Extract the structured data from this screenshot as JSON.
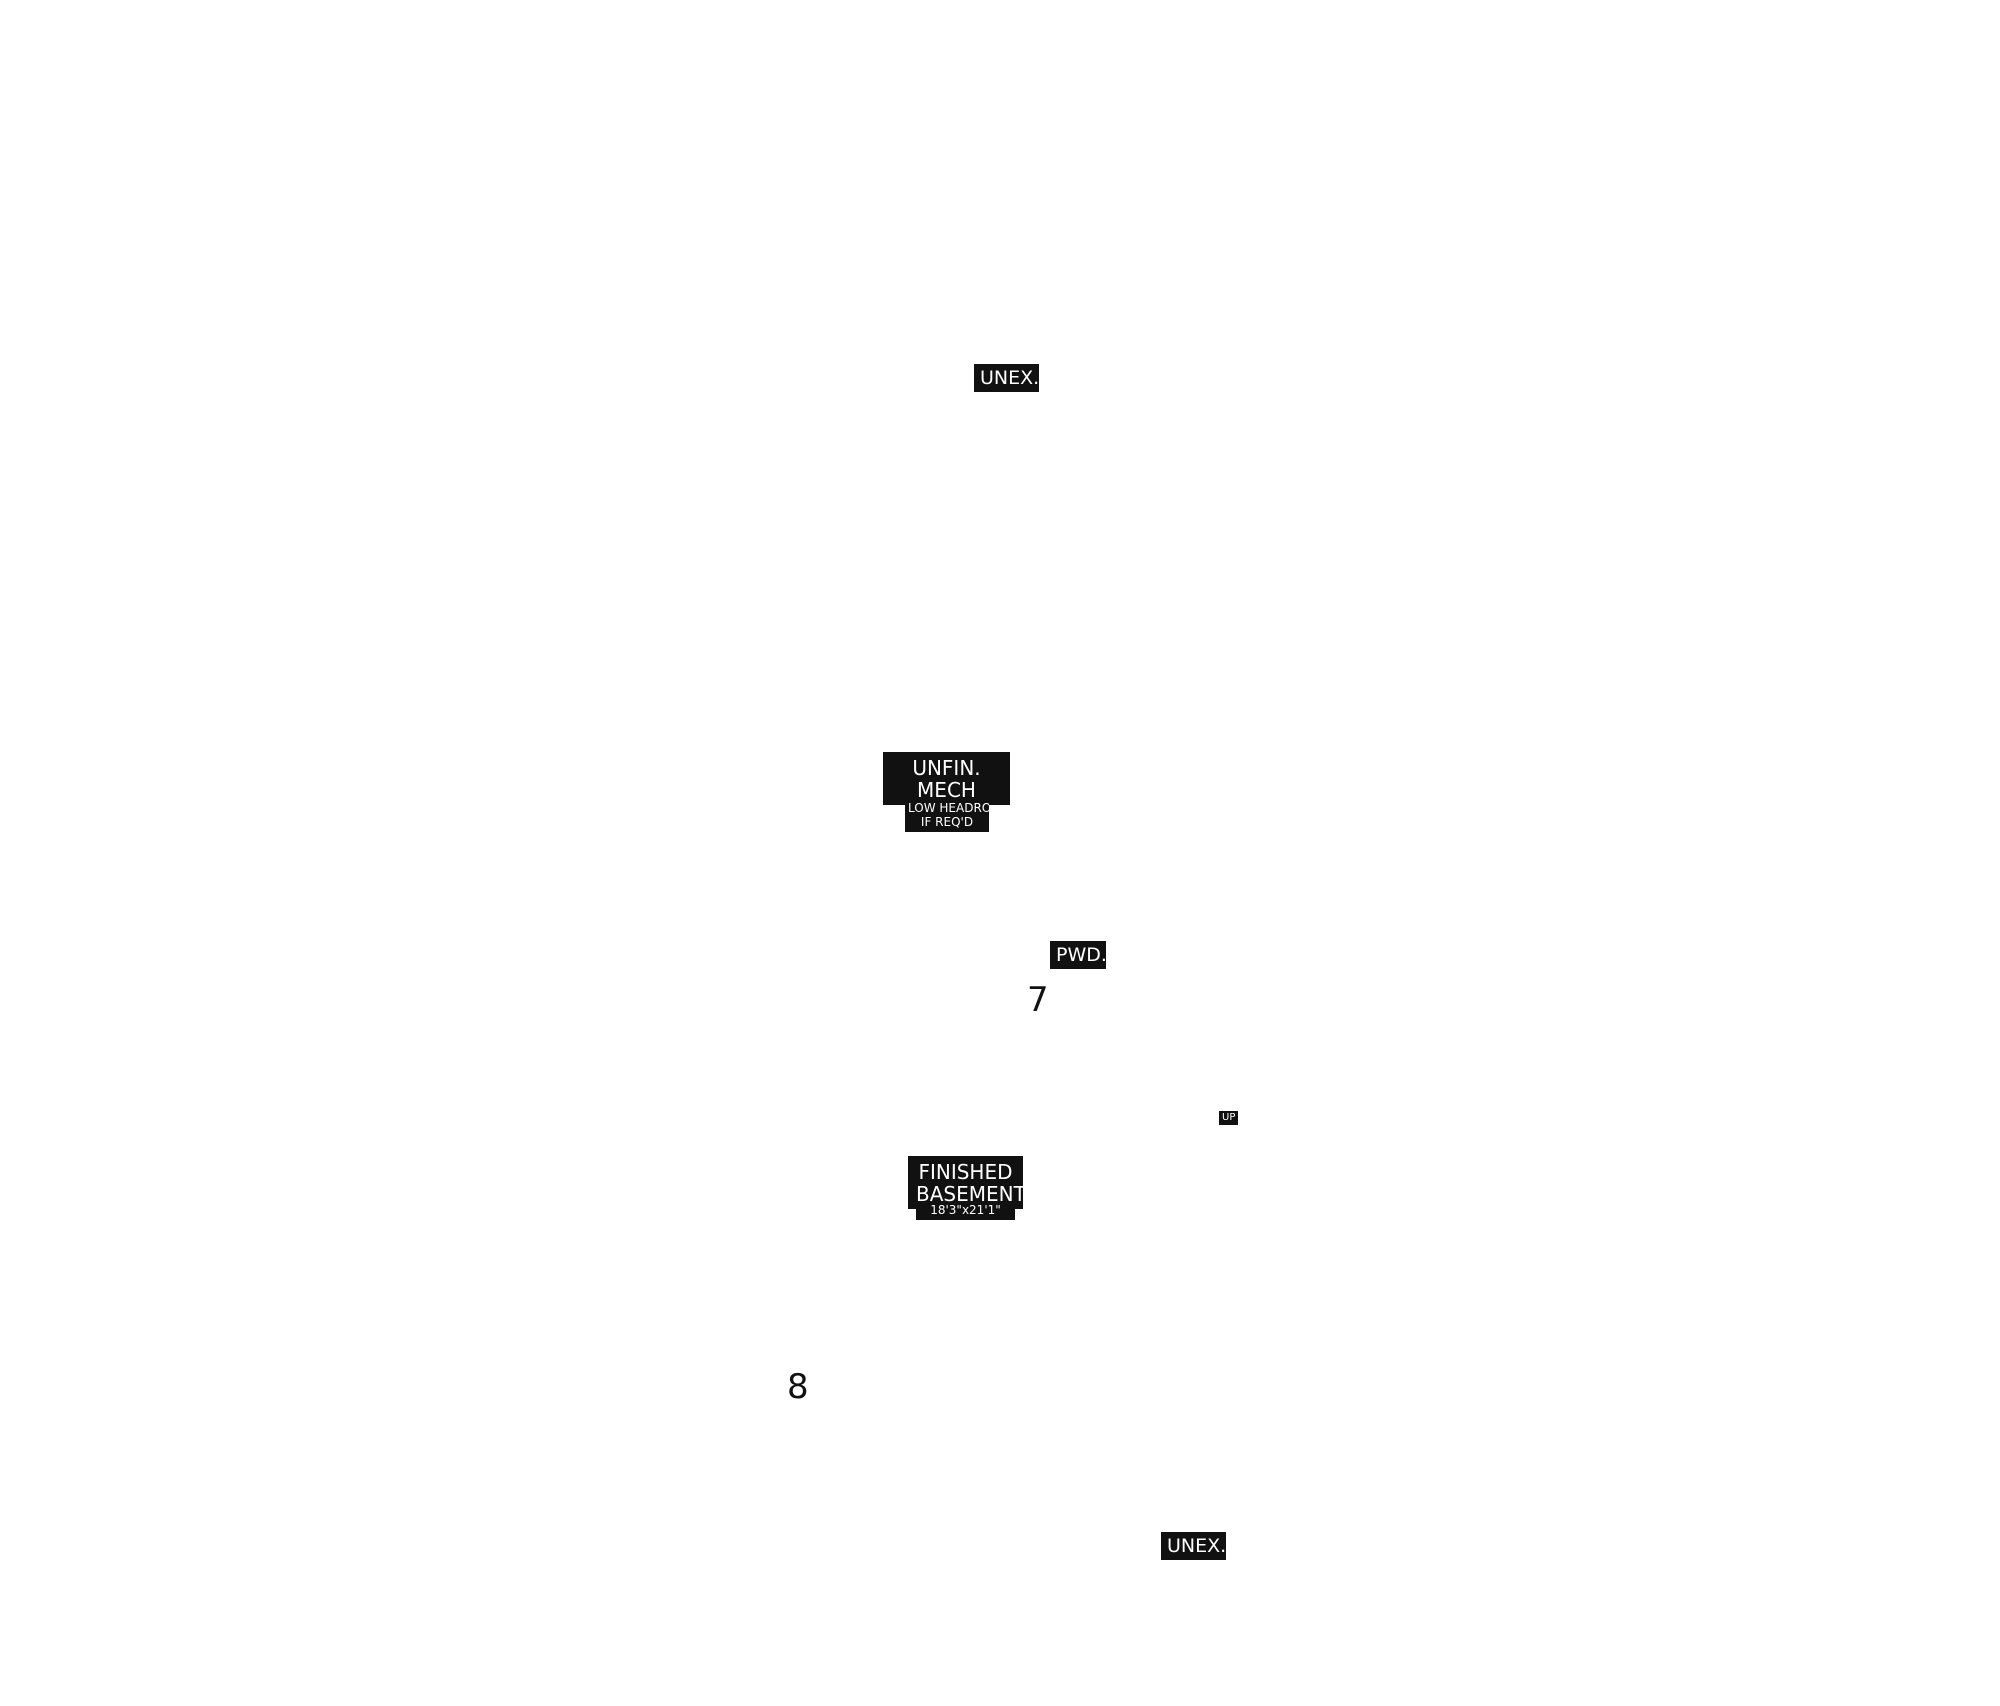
{
  "labels": {
    "unex_top": "UNEX.",
    "unfin_line1": "UNFIN.",
    "unfin_line2": "MECH",
    "unfin_sub_line1": "LOW HEADROOM",
    "unfin_sub_line2": "IF REQ'D",
    "pwd": "PWD.",
    "up": "UP",
    "finished_line1": "FINISHED",
    "finished_line2": "BASEMENT",
    "finished_dims": "18'3\"x21'1\"",
    "unex_bottom": "UNEX."
  },
  "markers": {
    "seven": "7",
    "eight": "8"
  },
  "colors": {
    "label_bg": "#111111",
    "label_text": "#ffffff",
    "background": "#ffffff"
  }
}
